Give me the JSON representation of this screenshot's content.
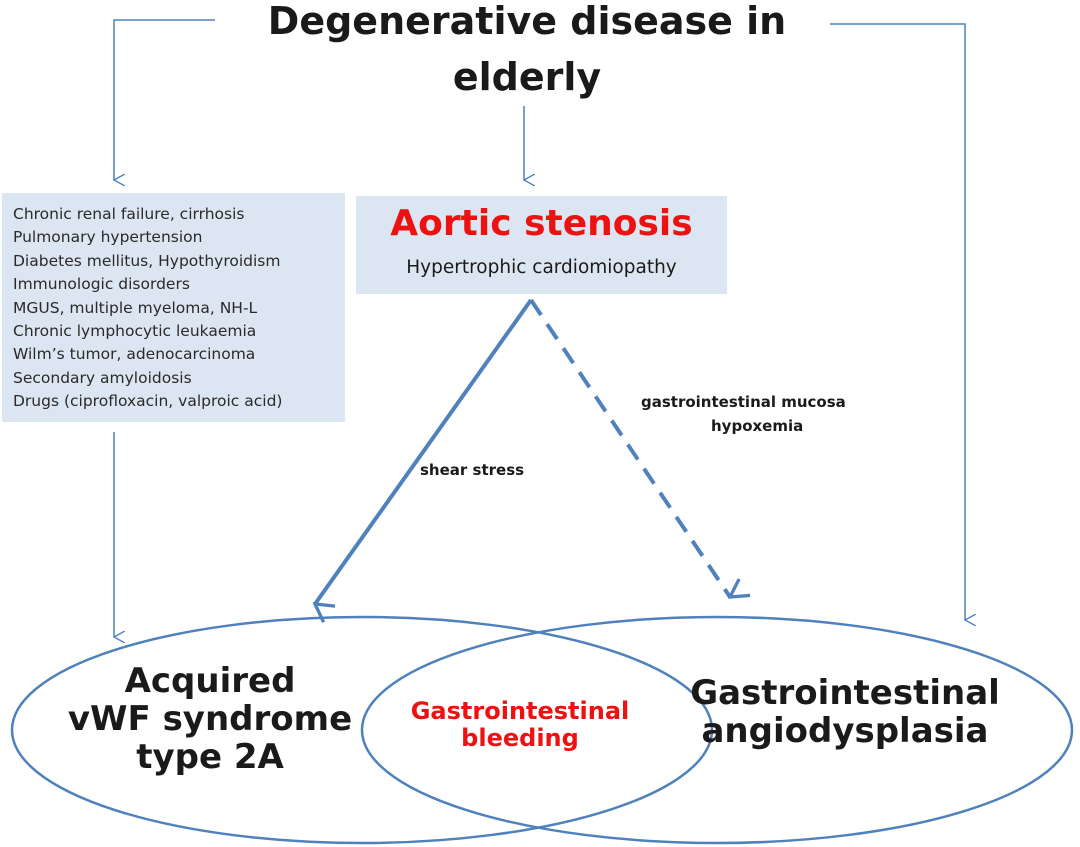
{
  "title": {
    "line1": "Degenerative disease in",
    "line2": "elderly"
  },
  "causes": [
    "Chronic renal failure, cirrhosis",
    "Pulmonary hypertension",
    "Diabetes mellitus, Hypothyroidism",
    "Immunologic disorders",
    "MGUS, multiple myeloma, NH-L",
    "Chronic lymphocytic leukaemia",
    "Wilm’s tumor,  adenocarcinoma",
    "Secondary amyloidosis",
    "Drugs (ciprofloxacin, valproic acid)"
  ],
  "aortic": {
    "title": "Aortic stenosis",
    "subtitle": "Hypertrophic  cardiomiopathy"
  },
  "labels": {
    "shear": "shear stress",
    "mucosa_line1": "gastrointestinal  mucosa",
    "mucosa_line2": "hypoxemia"
  },
  "left_oval": [
    "Acquired",
    "vWF syndrome",
    "type 2A"
  ],
  "center": [
    "Gastrointestinal",
    "bleeding"
  ],
  "right_oval": [
    "Gastrointestinal",
    "angiodysplasia"
  ],
  "colors": {
    "line": "#4f81bd",
    "box_fill": "#dce6f2",
    "highlight": "#ee1111",
    "text": "#1a1a1a"
  }
}
